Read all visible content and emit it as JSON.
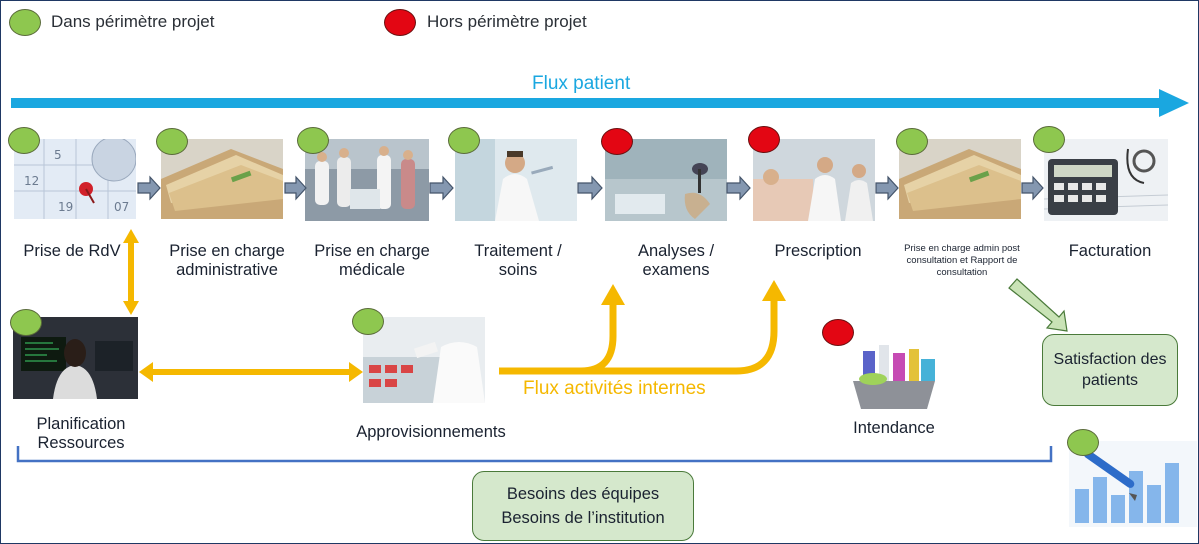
{
  "legend": {
    "in_scope": "Dans périmètre projet",
    "out_scope": "Hors périmètre projet"
  },
  "flux_patient": "Flux patient",
  "flux_internal": "Flux activités internes",
  "steps": [
    {
      "label": "Prise de RdV",
      "status": "in"
    },
    {
      "label": "Prise en charge administrative",
      "status": "in"
    },
    {
      "label": "Prise en charge médicale",
      "status": "in"
    },
    {
      "label": "Traitement / soins",
      "status": "in"
    },
    {
      "label": "Analyses / examens",
      "status": "out"
    },
    {
      "label": "Prescription",
      "status": "out"
    },
    {
      "label": "Prise en charge admin post consultation et Rapport de consultation",
      "status": "in"
    },
    {
      "label": "Facturation",
      "status": "in"
    }
  ],
  "support": {
    "planning": "Planification Ressources",
    "supply": "Approvisionnements",
    "intendance": "Intendance"
  },
  "boxes": {
    "satisfaction": "Satisfaction des patients",
    "needs_line1": "Besoins des équipes",
    "needs_line2": "Besoins de l’institution"
  },
  "colors": {
    "in_scope": "#8ec74f",
    "out_scope": "#e30613",
    "flux_patient": "#1aa7e0",
    "flux_internal": "#f5b800",
    "box_fill": "#d5e8cc",
    "bracket": "#4472c4"
  }
}
